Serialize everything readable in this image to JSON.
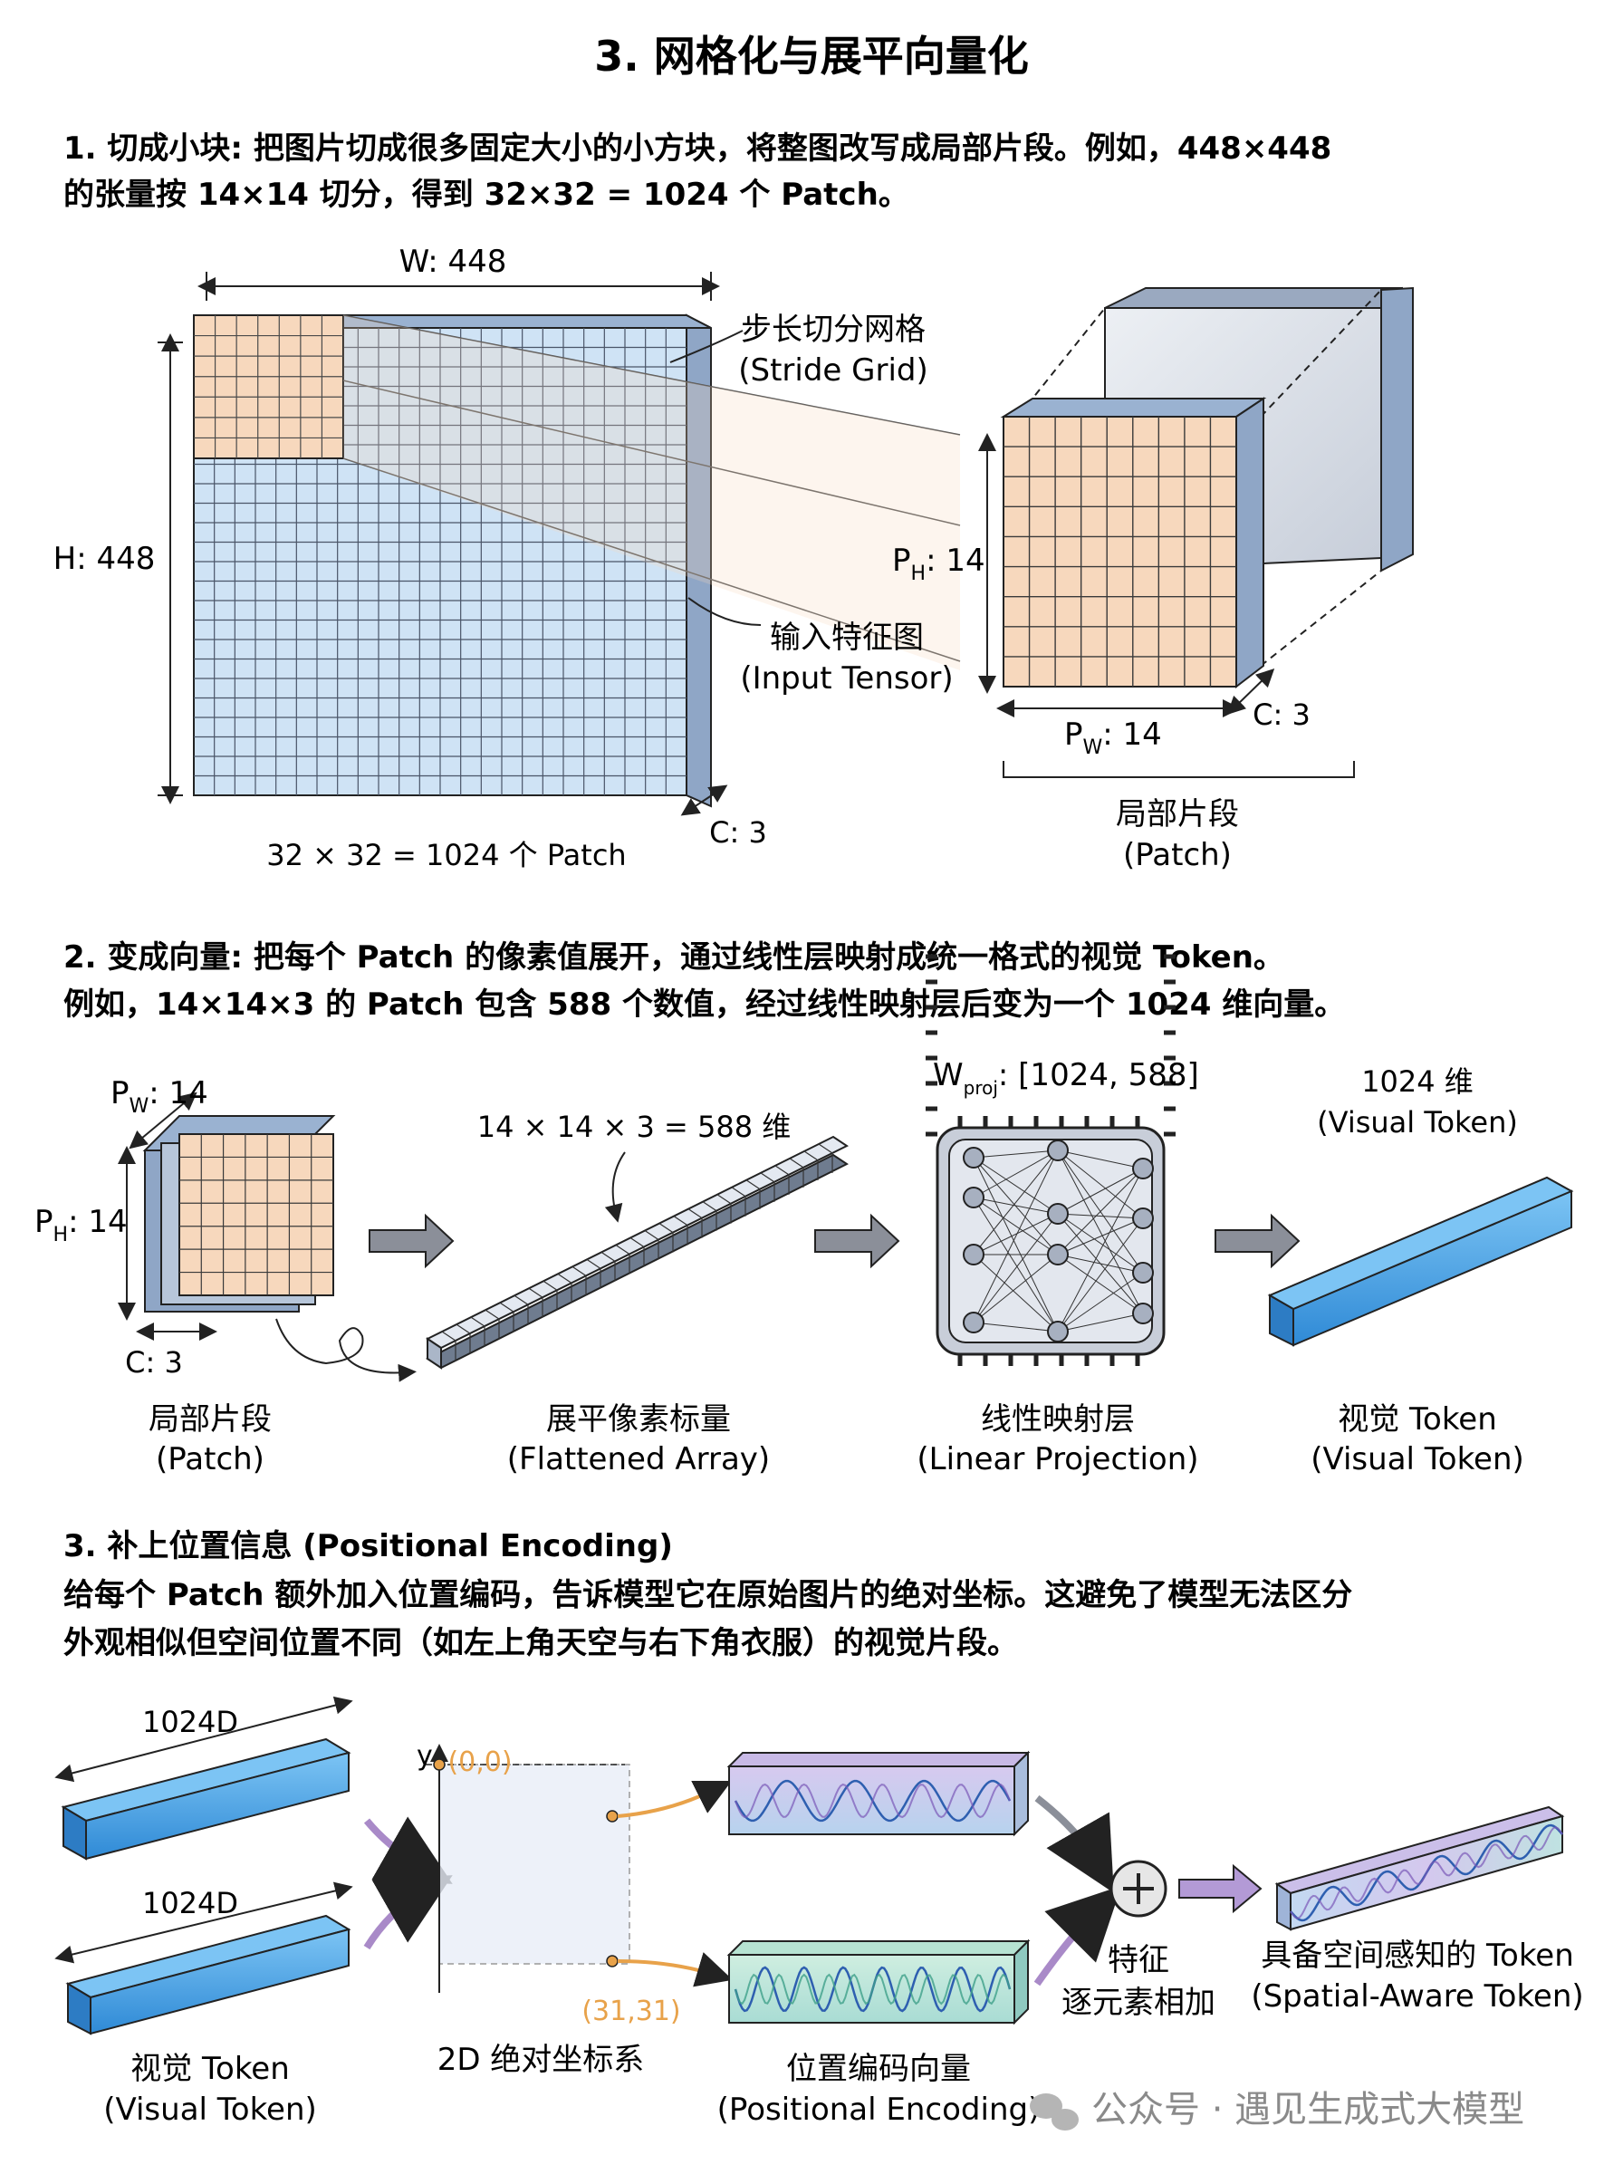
{
  "title": "3. 网格化与展平向量化",
  "section1": {
    "line1": "1. 切成小块: 把图片切成很多固定大小的小方块，将整图改写成局部片段。例如，448×448",
    "line2": "的张量按 14×14 切分，得到 32×32 = 1024 个 Patch。",
    "width_label": "W: 448",
    "height_label": "H: 448",
    "stride_label_cn": "步长切分网格",
    "stride_label_en": "(Stride Grid)",
    "input_label_cn": "输入特征图",
    "input_label_en": "(Input Tensor)",
    "ph_label": "P",
    "ph_sub": "H",
    "ph_value": ": 14",
    "pw_label": "P",
    "pw_sub": "W",
    "pw_value": ": 14",
    "channel_label": "C: 3",
    "channel_label_patch": "C: 3",
    "count_label": "32 × 32 = 1024 个 Patch",
    "patch_label_cn": "局部片段",
    "patch_label_en": "(Patch)"
  },
  "section2": {
    "line1": "2. 变成向量: 把每个 Patch 的像素值展开，通过线性层映射成统一格式的视觉 Token。",
    "line2": "例如，14×14×3 的 Patch 包含 588 个数值，经过线性映射层后变为一个 1024 维向量。",
    "pw_label": "P",
    "pw_sub": "W",
    "pw_value": ": 14",
    "ph_label": "P",
    "ph_sub": "H",
    "ph_value": ": 14",
    "c_label": "C: 3",
    "flat_dim_label": "14 × 14 × 3 = 588 维",
    "wproj_label": "W",
    "wproj_sub": "proj",
    "wproj_value": ": [1024, 588]",
    "token_dim_cn": "1024 维",
    "token_dim_en": "(Visual Token)",
    "stage1_cn": "局部片段",
    "stage1_en": "(Patch)",
    "stage2_cn": "展平像素标量",
    "stage2_en": "(Flattened Array)",
    "stage3_cn": "线性映射层",
    "stage3_en": "(Linear Projection)",
    "stage4_cn": "视觉 Token",
    "stage4_en": "(Visual Token)"
  },
  "section3": {
    "heading": "3. 补上位置信息 (Positional Encoding)",
    "line1": "给每个 Patch 额外加入位置编码，告诉模型它在原始图片的绝对坐标。这避免了模型无法区分",
    "line2": "外观相似但空间位置不同（如左上角天空与右下角衣服）的视觉片段。",
    "dim_top": "1024D",
    "dim_bottom": "1024D",
    "y_label": "y",
    "coord_origin": "(0,0)",
    "coord_end": "(31,31)",
    "coord_system": "2D 绝对坐标系",
    "visual_token_cn": "视觉 Token",
    "visual_token_en": "(Visual Token)",
    "pos_enc_cn": "位置编码向量",
    "pos_enc_en": "(Positional Encoding)",
    "add_cn_1": "特征",
    "add_cn_2": "逐元素相加",
    "result_cn": "具备空间感知的 Token",
    "result_en": "(Spatial-Aware Token)"
  },
  "watermark": "公众号 · 遇见生成式大模型",
  "colors": {
    "blue_grid": "#cfe3f5",
    "blue_side": "#8fa6c6",
    "peach": "#f7d8bd",
    "token_blue": "#3a97e0",
    "orange_accent": "#e8a24a",
    "arrow_gray": "#8b8f99",
    "arrow_purple": "#a98ac8",
    "gray_box": "#d8dde6"
  }
}
